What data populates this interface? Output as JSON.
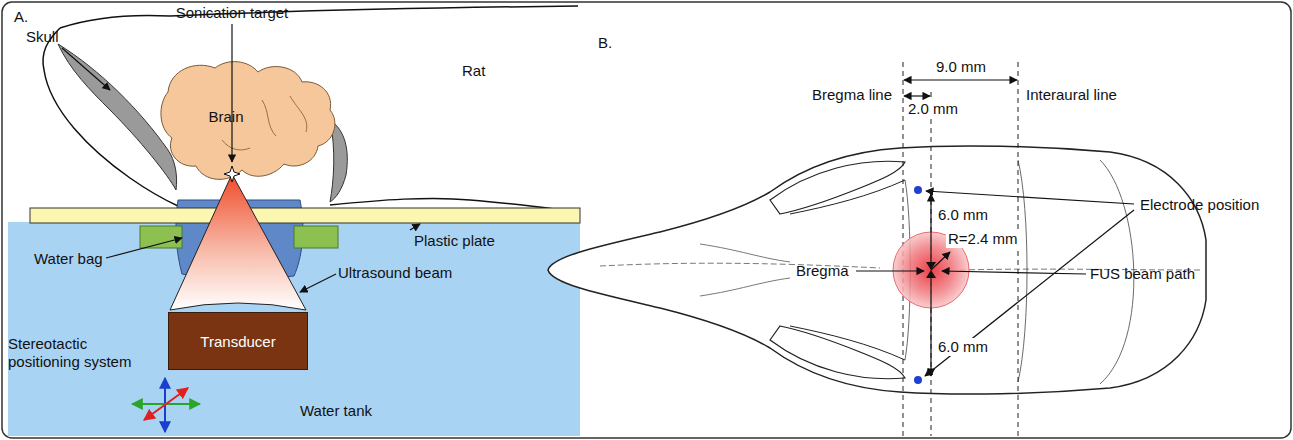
{
  "diagram": {
    "nodes": [
      {
        "text": [
          "Transducer"
        ]
      }
    ],
    "labels": [
      "A.",
      "Sonication target",
      "Skull",
      "Rat",
      "Brain",
      "Plastic plate",
      "Water bag",
      "Ultrasound beam",
      "Stereotactic positioning system",
      "Water tank",
      "B.",
      "Bregma line",
      "9.0 mm",
      "Interaural line",
      "2.0 mm",
      "Electrode position",
      "6.0 mm",
      "R=2.4 mm",
      "Bregma",
      "FUS beam path",
      "6.0 mm"
    ]
  }
}
